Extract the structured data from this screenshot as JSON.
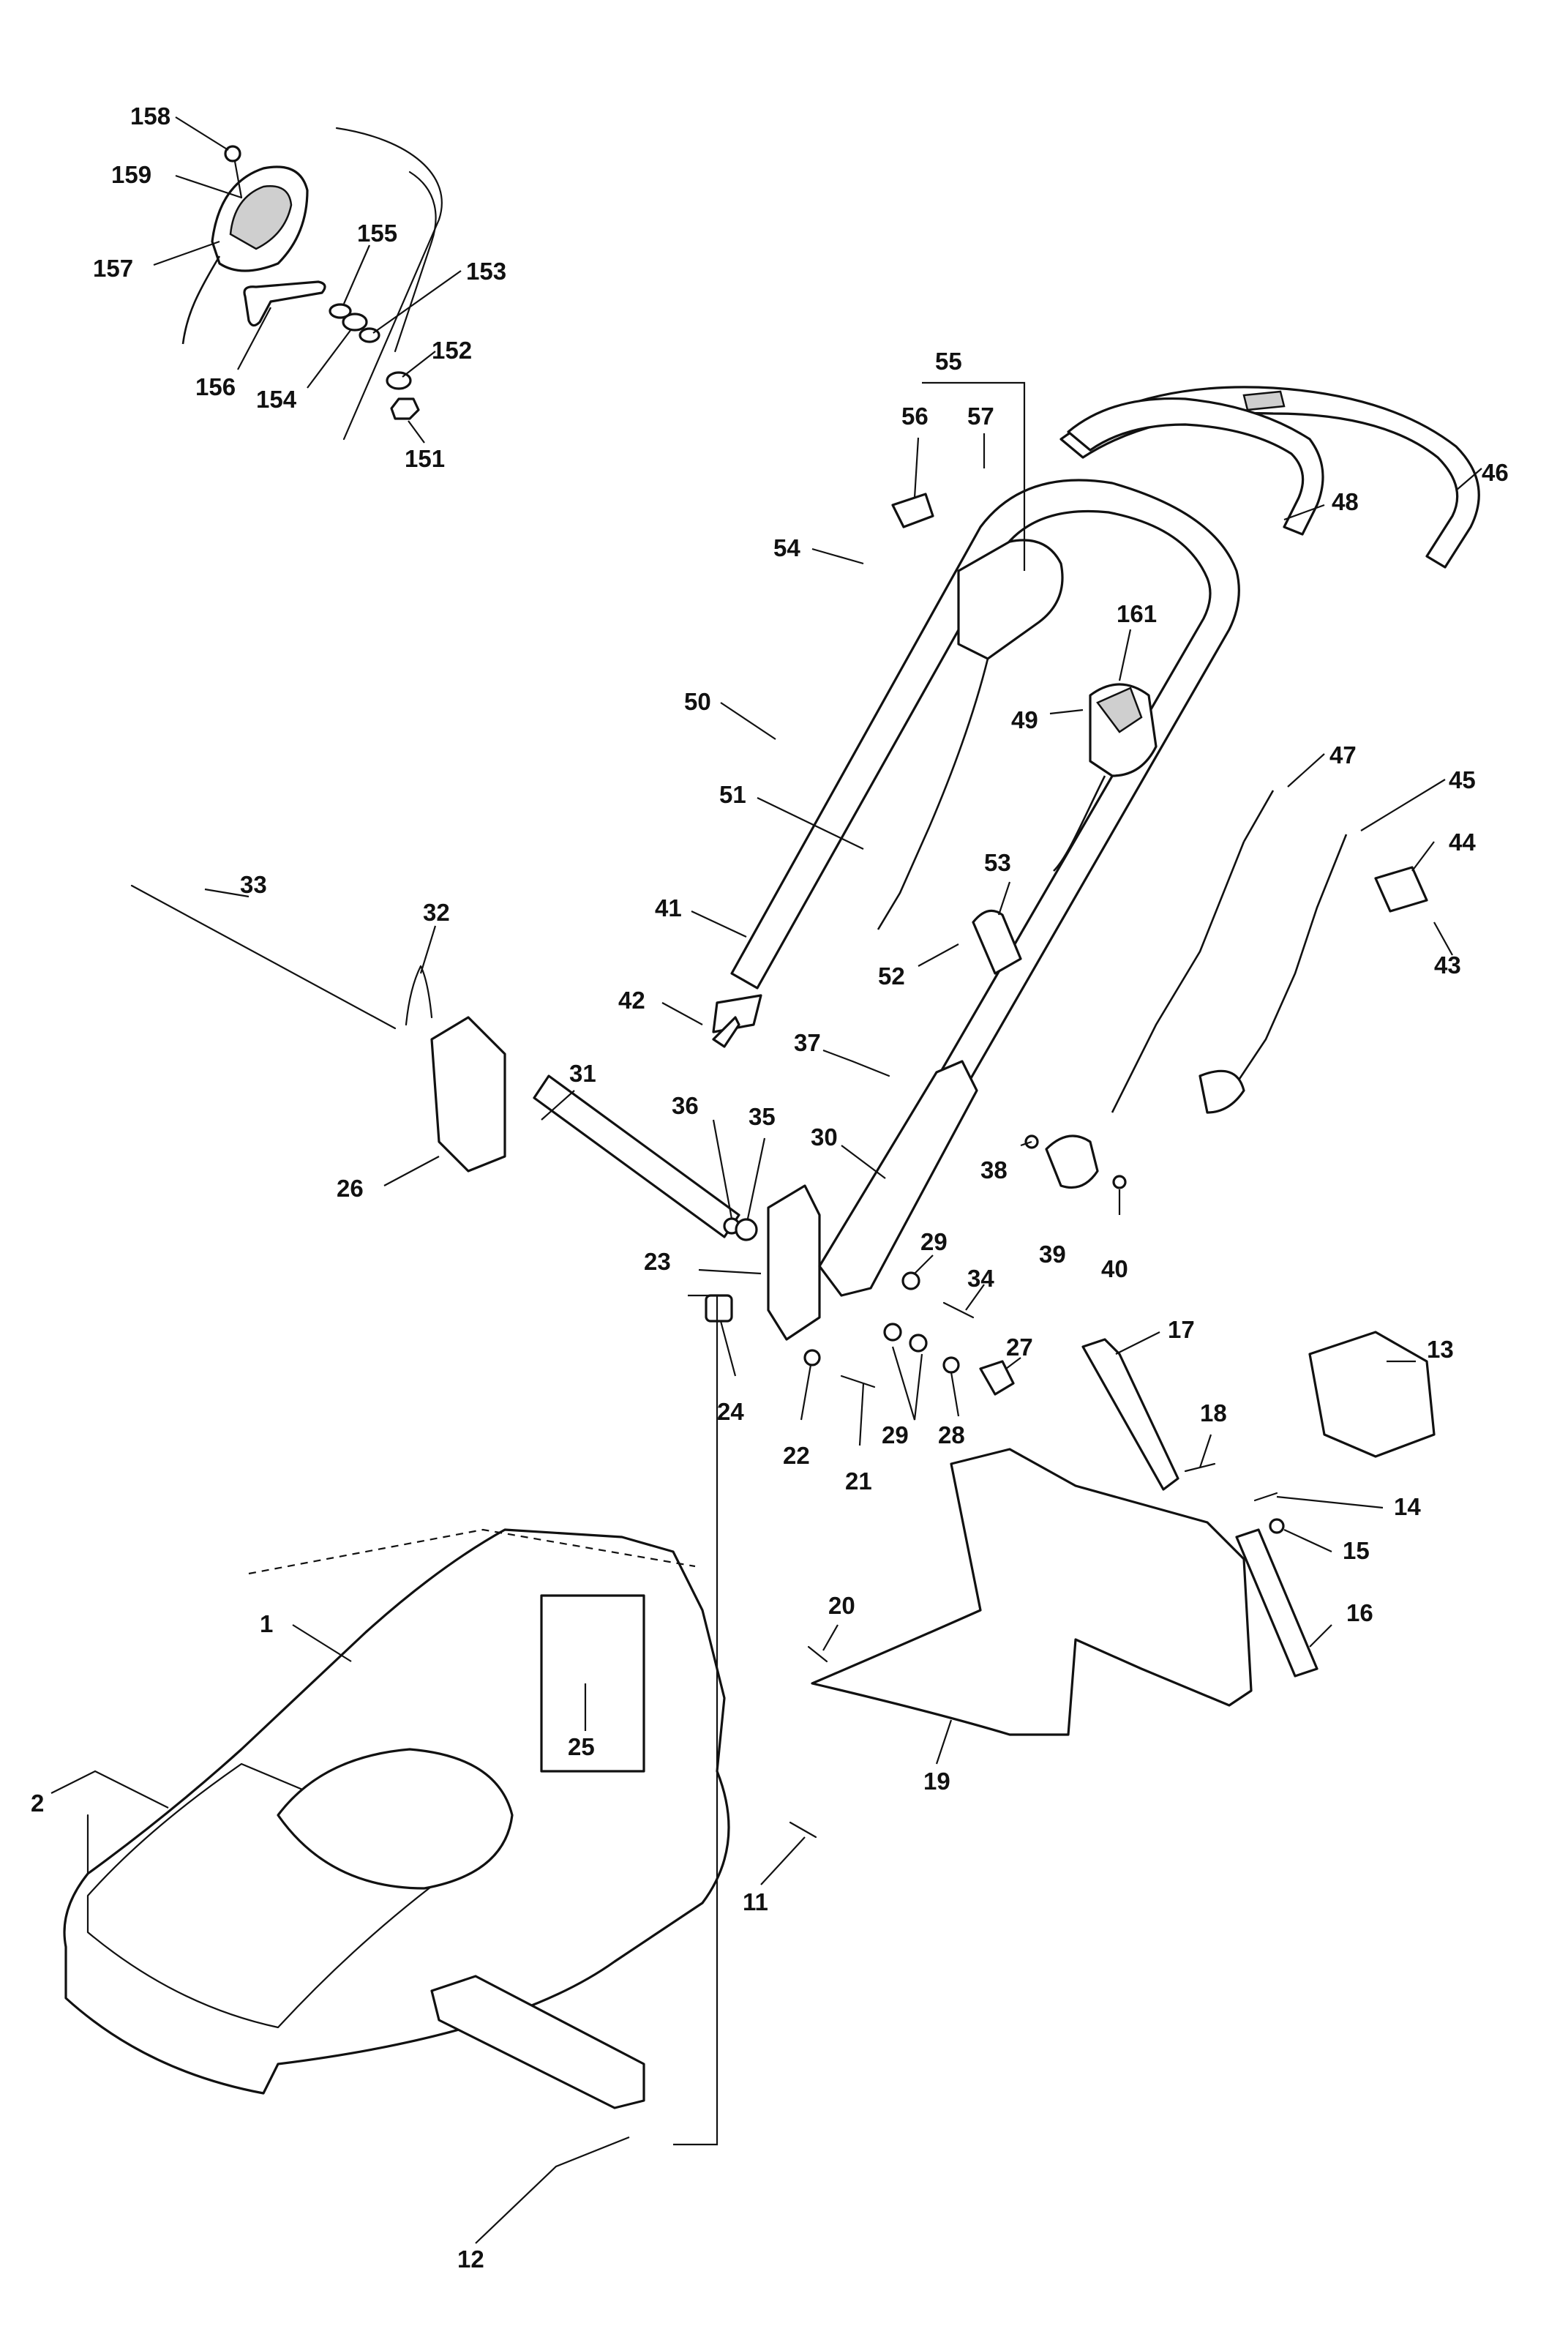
{
  "callouts": {
    "c1": "1",
    "c2": "2",
    "c11": "11",
    "c12": "12",
    "c13": "13",
    "c14": "14",
    "c15": "15",
    "c16": "16",
    "c17": "17",
    "c18": "18",
    "c19": "19",
    "c20": "20",
    "c21": "21",
    "c22": "22",
    "c23": "23",
    "c24": "24",
    "c25": "25",
    "c26": "26",
    "c27": "27",
    "c28": "28",
    "c29a": "29",
    "c29b": "29",
    "c30": "30",
    "c31": "31",
    "c32": "32",
    "c33": "33",
    "c34": "34",
    "c35": "35",
    "c36": "36",
    "c37": "37",
    "c38": "38",
    "c39": "39",
    "c40": "40",
    "c41": "41",
    "c42": "42",
    "c43": "43",
    "c44": "44",
    "c45": "45",
    "c46": "46",
    "c47": "47",
    "c48": "48",
    "c49": "49",
    "c50": "50",
    "c51": "51",
    "c52": "52",
    "c53": "53",
    "c54": "54",
    "c55": "55",
    "c56": "56",
    "c57": "57",
    "c151": "151",
    "c152": "152",
    "c153": "153",
    "c154": "154",
    "c155": "155",
    "c156": "156",
    "c157": "157",
    "c158": "158",
    "c159": "159",
    "c161": "161"
  }
}
